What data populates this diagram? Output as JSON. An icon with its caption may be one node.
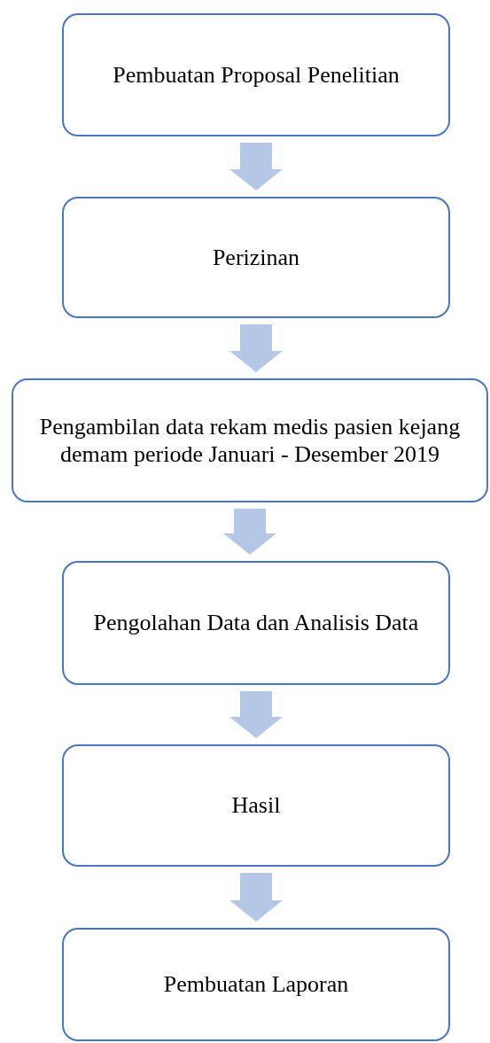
{
  "diagram": {
    "nodes": [
      {
        "text": [
          "Pembuatan Proposal Penelitian"
        ]
      },
      {
        "text": [
          "Perizinan"
        ]
      },
      {
        "text": [
          "Pengambilan data rekam medis pasien kejang demam periode Januari - Desember 2019"
        ]
      },
      {
        "text": [
          "Pengolahan Data dan Analisis Data"
        ]
      },
      {
        "text": [
          "Hasil"
        ]
      },
      {
        "text": [
          "Pembuatan Laporan"
        ]
      }
    ],
    "edges": [
      {
        "from": 0,
        "to": 1,
        "arrow": "to"
      },
      {
        "from": 1,
        "to": 2,
        "arrow": "to"
      },
      {
        "from": 2,
        "to": 3,
        "arrow": "to"
      },
      {
        "from": 3,
        "to": 4,
        "arrow": "to"
      },
      {
        "from": 4,
        "to": 5,
        "arrow": "to"
      }
    ]
  }
}
